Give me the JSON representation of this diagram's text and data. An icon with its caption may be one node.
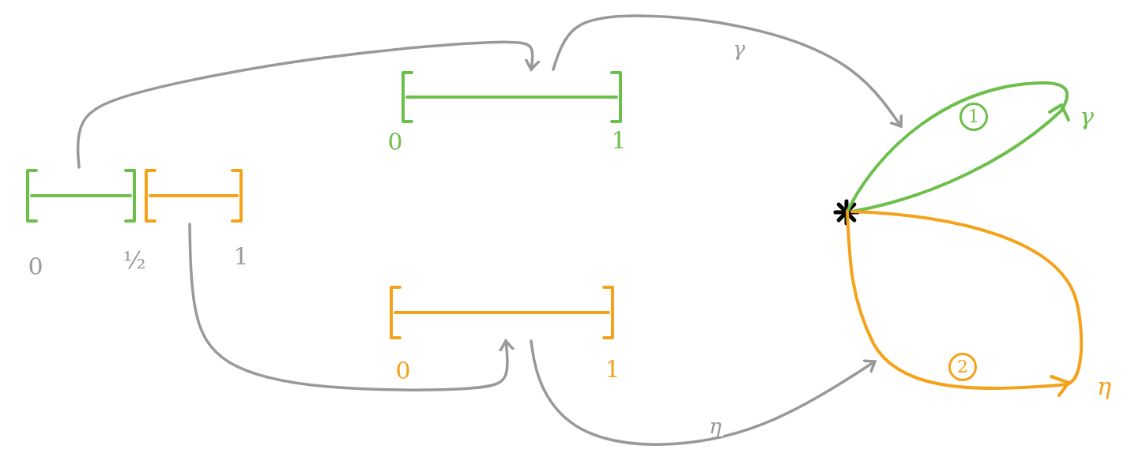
{
  "diagram": {
    "nodes": [
      {
        "text": [],
        "shape": "bar",
        "beside": [
          "0",
          "½"
        ]
      },
      {
        "text": [],
        "shape": "bar",
        "beside": [
          "1"
        ]
      },
      {
        "text": [],
        "shape": "bar",
        "beside": [
          "0",
          "1"
        ]
      },
      {
        "text": [],
        "shape": "bar",
        "beside": [
          "0",
          "1"
        ]
      },
      {
        "text": [],
        "shape": "star"
      },
      {
        "text": [
          "1"
        ],
        "beside": [
          "γ"
        ]
      },
      {
        "text": [
          "2"
        ],
        "beside": [
          "η"
        ]
      }
    ],
    "edges": [
      {
        "from": 0,
        "to": 2,
        "arrow": "to"
      },
      {
        "from": 2,
        "to": 5,
        "arrow": "to",
        "label": "γ"
      },
      {
        "from": 1,
        "to": 3,
        "arrow": "to"
      },
      {
        "from": 3,
        "to": 6,
        "arrow": "to",
        "label": "η"
      }
    ]
  }
}
